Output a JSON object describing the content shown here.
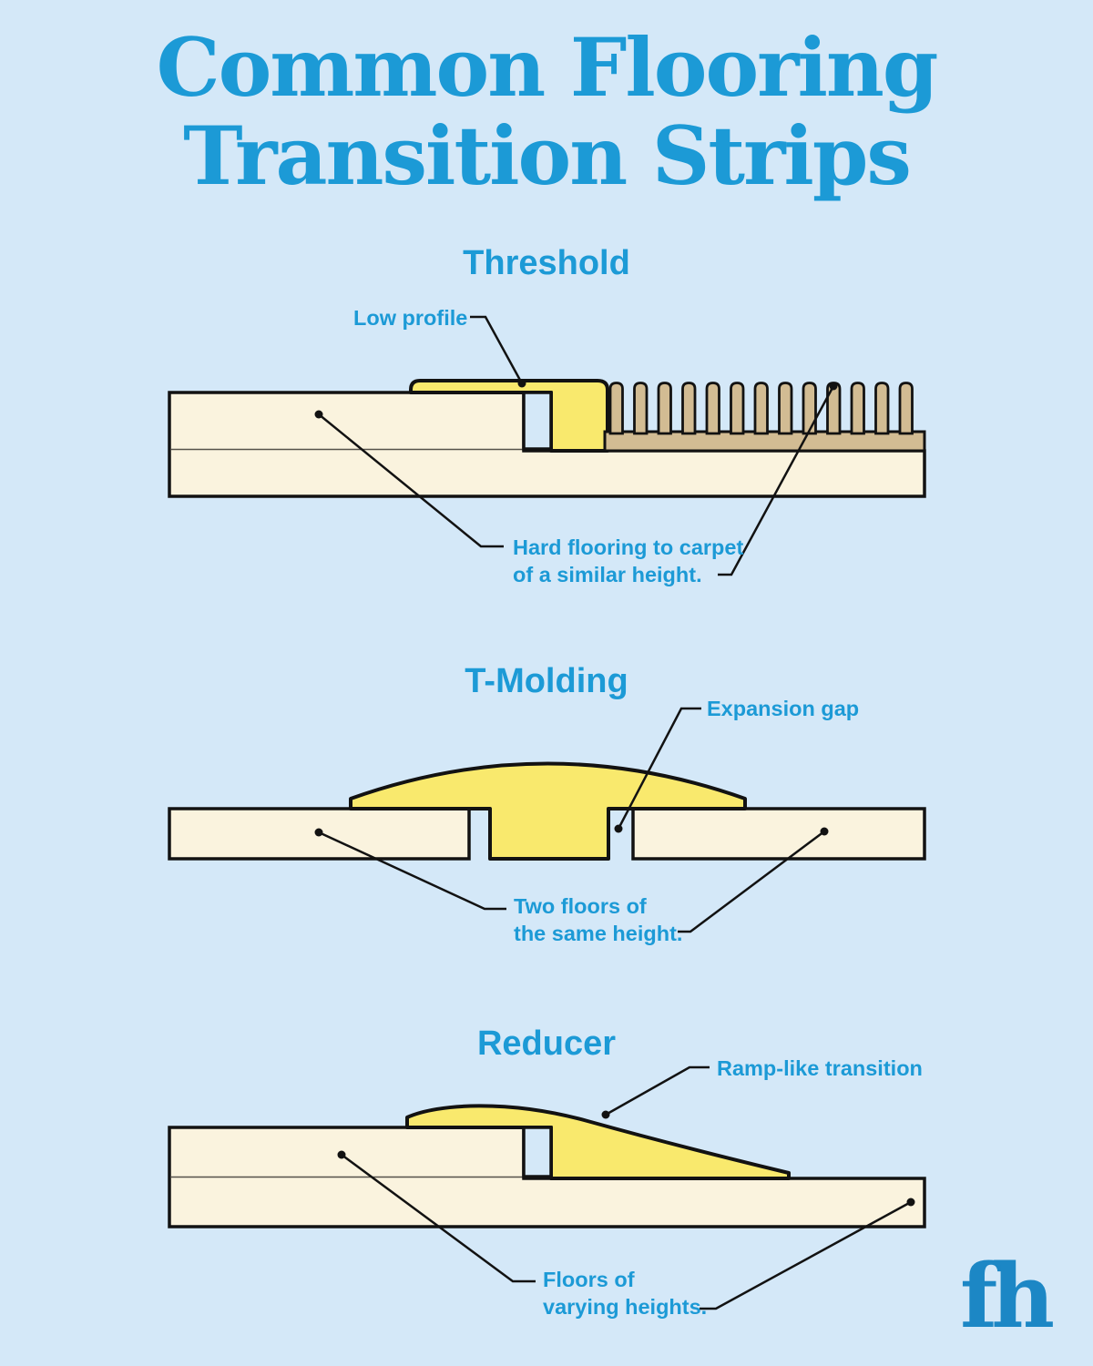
{
  "title": {
    "line1": "Common Flooring",
    "line2": "Transition Strips"
  },
  "logo_text": "fh",
  "colors": {
    "background": "#D4E8F8",
    "heading_blue": "#1C9AD6",
    "label_blue": "#1C9AD6",
    "floor_cream": "#FAF3DE",
    "strip_yellow": "#F9E96D",
    "carpet_tan": "#D2BC93",
    "outline": "#121212",
    "divider": "#55524A",
    "logo_blue": "#1C87C5"
  },
  "sections": {
    "threshold": {
      "title": "Threshold",
      "label_low_profile": "Low profile",
      "label_description_line1": "Hard flooring to carpet",
      "label_description_line2": "of a similar height."
    },
    "t_molding": {
      "title": "T-Molding",
      "label_expansion_gap": "Expansion gap",
      "label_description_line1": "Two floors of",
      "label_description_line2": "the same height."
    },
    "reducer": {
      "title": "Reducer",
      "label_ramp": "Ramp-like transition",
      "label_description_line1": "Floors of",
      "label_description_line2": "varying heights."
    }
  },
  "diagram": {
    "carpet_tuft_count": 13
  }
}
